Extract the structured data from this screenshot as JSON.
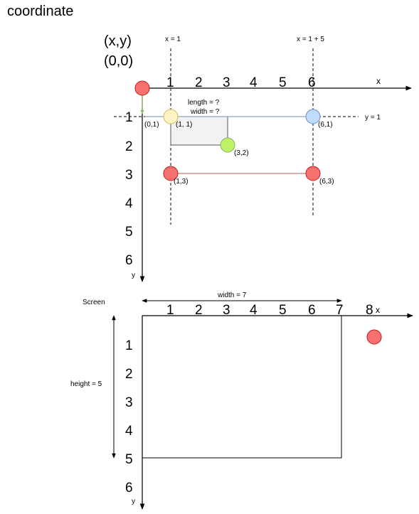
{
  "title": "coordinate",
  "top_diagram": {
    "origin_notation": "(x,y)",
    "origin_value": "(0,0)",
    "x_axis_label": "x",
    "y_axis_label": "y",
    "x_ticks": [
      "1",
      "2",
      "3",
      "4",
      "5",
      "6"
    ],
    "y_ticks": [
      "1",
      "2",
      "3",
      "4",
      "5",
      "6"
    ],
    "guide_x1_label": "x = 1",
    "guide_x6_label": "x = 1 + 5",
    "guide_y1_label": "y = 1",
    "length_label": "length = ?",
    "width_label": "width = ?",
    "points": {
      "p01": "(0,1)",
      "p11": "(1,  1)",
      "p61": "(6,1)",
      "p32": "(3,2)",
      "p13": "(1,3)",
      "p63": "(6,3)"
    },
    "colors": {
      "red": "#f87171",
      "yellow": "#fef3c7",
      "blue": "#bfdbfe",
      "green": "#bef264",
      "hline_red": "#b85450",
      "hline_blue": "#6c8ebf",
      "arrow_green": "#82b366"
    }
  },
  "screen_diagram": {
    "label": "Screen",
    "width_label": "width = 7",
    "height_label": "height = 5",
    "x_axis_label": "x",
    "y_axis_label": "y",
    "x_ticks": [
      "1",
      "2",
      "3",
      "4",
      "5",
      "6",
      "7",
      "8"
    ],
    "y_ticks": [
      "1",
      "2",
      "3",
      "4",
      "5",
      "6"
    ]
  }
}
